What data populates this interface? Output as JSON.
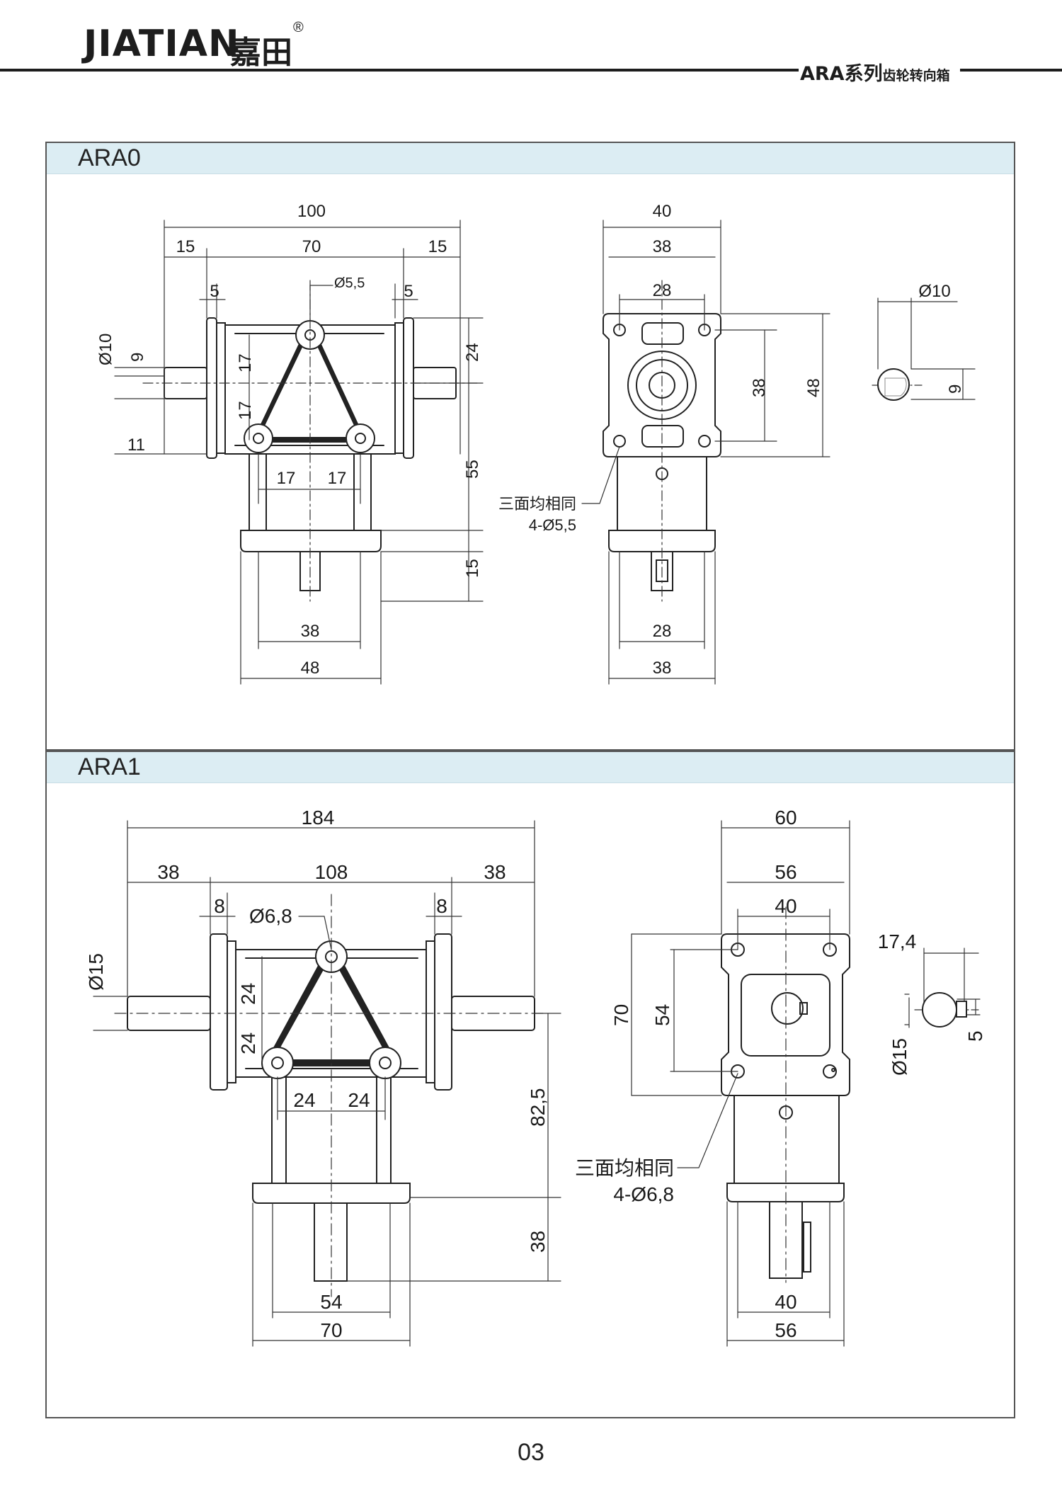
{
  "header": {
    "brand_en": "JIATIAN",
    "brand_cn": "嘉田",
    "reg_mark": "®",
    "series_title": "ARA系列",
    "series_subtitle": "齿轮转向箱"
  },
  "sections": [
    {
      "title": "ARA0",
      "front_view": {
        "overall_width": "100",
        "segment_left": "15",
        "segment_center": "70",
        "segment_right": "15",
        "flange_left": "5",
        "flange_right": "5",
        "hole_dia": "Ø5,5",
        "shaft_dia": "Ø10",
        "key_height": "9",
        "pitch_up": "17",
        "pitch_down": "17",
        "shaft_offset": "11",
        "pitch_left": "17",
        "pitch_right": "17",
        "height_24": "24",
        "height_55": "55",
        "height_15": "15",
        "base_inner": "38",
        "base_outer": "48"
      },
      "side_view": {
        "top_width": "40",
        "second_width": "38",
        "third_width": "28",
        "inner_height": "38",
        "outer_height": "48",
        "note_line1": "三面均相同",
        "note_line2": "4-Ø5,5",
        "base_inner": "28",
        "base_outer": "38"
      },
      "shaft_section": {
        "dia": "Ø10",
        "key": "9"
      }
    },
    {
      "title": "ARA1",
      "front_view": {
        "overall_width": "184",
        "segment_left": "38",
        "segment_center": "108",
        "segment_right": "38",
        "flange_left": "8",
        "flange_right": "8",
        "hole_dia": "Ø6,8",
        "shaft_dia": "Ø15",
        "pitch_up": "24",
        "pitch_down": "24",
        "pitch_left": "24",
        "pitch_right": "24",
        "height_82": "82,5",
        "height_38": "38",
        "base_inner": "54",
        "base_outer": "70"
      },
      "side_view": {
        "top_width": "60",
        "second_width": "56",
        "third_width": "40",
        "outer_height": "70",
        "inner_height": "54",
        "note_line1": "三面均相同",
        "note_line2": "4-Ø6,8",
        "base_inner": "40",
        "base_outer": "56"
      },
      "shaft_section": {
        "width": "17,4",
        "dia": "Ø15",
        "key": "5"
      }
    }
  ],
  "footer": {
    "page_number": "03"
  }
}
